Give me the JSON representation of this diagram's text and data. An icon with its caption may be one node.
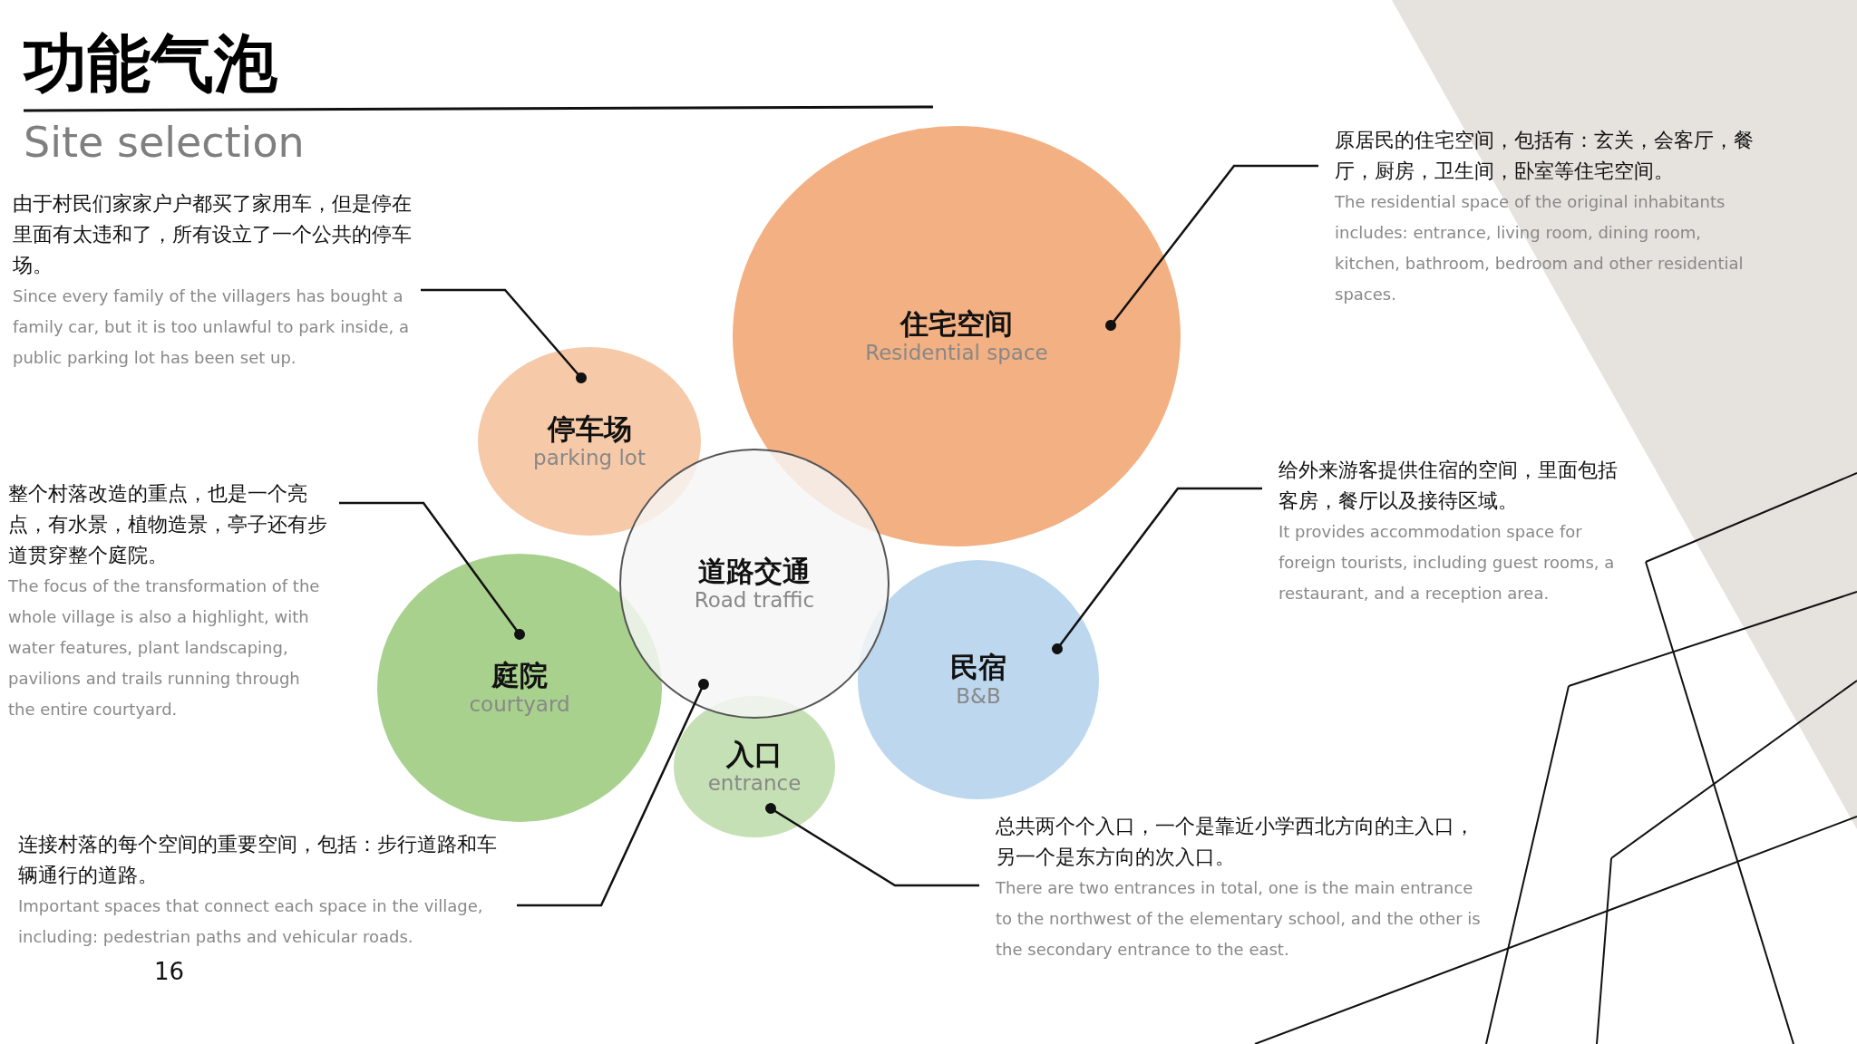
{
  "diagram": {
    "title": "功能气泡",
    "nodes": [
      {
        "text": [
          "住宅空间",
          "Residential space"
        ]
      },
      {
        "text": [
          "停车场",
          "parking lot"
        ]
      },
      {
        "text": [
          "道路交通",
          "Road traffic"
        ]
      },
      {
        "text": [
          "庭院",
          "courtyard"
        ]
      },
      {
        "text": [
          "民宿",
          "B&B"
        ]
      },
      {
        "text": [
          "入口",
          "entrance"
        ]
      },
      {
        "text": [
          "由于村民们家家户户都买了家用车，但是停在里面有太违和了，所有设立了一个公共的停车场。",
          "Since every family of the villagers has bought a family car, but it is too unlawful to park inside, a public parking lot has been set up."
        ]
      },
      {
        "text": [
          "原居民的住宅空间，包括有：玄关，会客厅，餐厅，厨房，卫生间，卧室等住宅空间。",
          "The residential space of the original inhabitants includes: entrance, living room, dining room, kitchen, bathroom, bedroom and other residential spaces."
        ]
      },
      {
        "text": [
          "整个村落改造的重点，也是一个亮点，有水景，植物造景，亭子还有步道贯穿整个庭院。",
          "The focus of the transformation of the whole village is also a highlight, with water features, plant landscaping, pavilions and trails running through the entire courtyard."
        ]
      },
      {
        "text": [
          "给外来游客提供住宿的空间，里面包括客房，餐厅以及接待区域。",
          "It provides accommodation space for foreign tourists, including guest rooms, a restaurant, and a reception area."
        ]
      },
      {
        "text": [
          "连接村落的每个空间的重要空间，包括：步行道路和车辆通行的道路。",
          "Important spaces that connect each space in the village, including: pedestrian paths and vehicular roads."
        ]
      },
      {
        "text": [
          "总共两个个入口，一个是靠近小学西北方向的主入口，另一个是东方向的次入口。",
          "There are two entrances in total, one is the main entrance to the northwest of the elementary school, and the other is the secondary entrance to the east."
        ]
      }
    ],
    "edges": [
      {
        "from": 6,
        "to": 1,
        "arrow": "other"
      },
      {
        "from": 7,
        "to": 0,
        "arrow": "other"
      },
      {
        "from": 8,
        "to": 3,
        "arrow": "other"
      },
      {
        "from": 9,
        "to": 4,
        "arrow": "other"
      },
      {
        "from": 10,
        "to": 2,
        "arrow": "other"
      },
      {
        "from": 11,
        "to": 5,
        "arrow": "other"
      }
    ],
    "labels": [
      "Site selection",
      "16"
    ]
  }
}
